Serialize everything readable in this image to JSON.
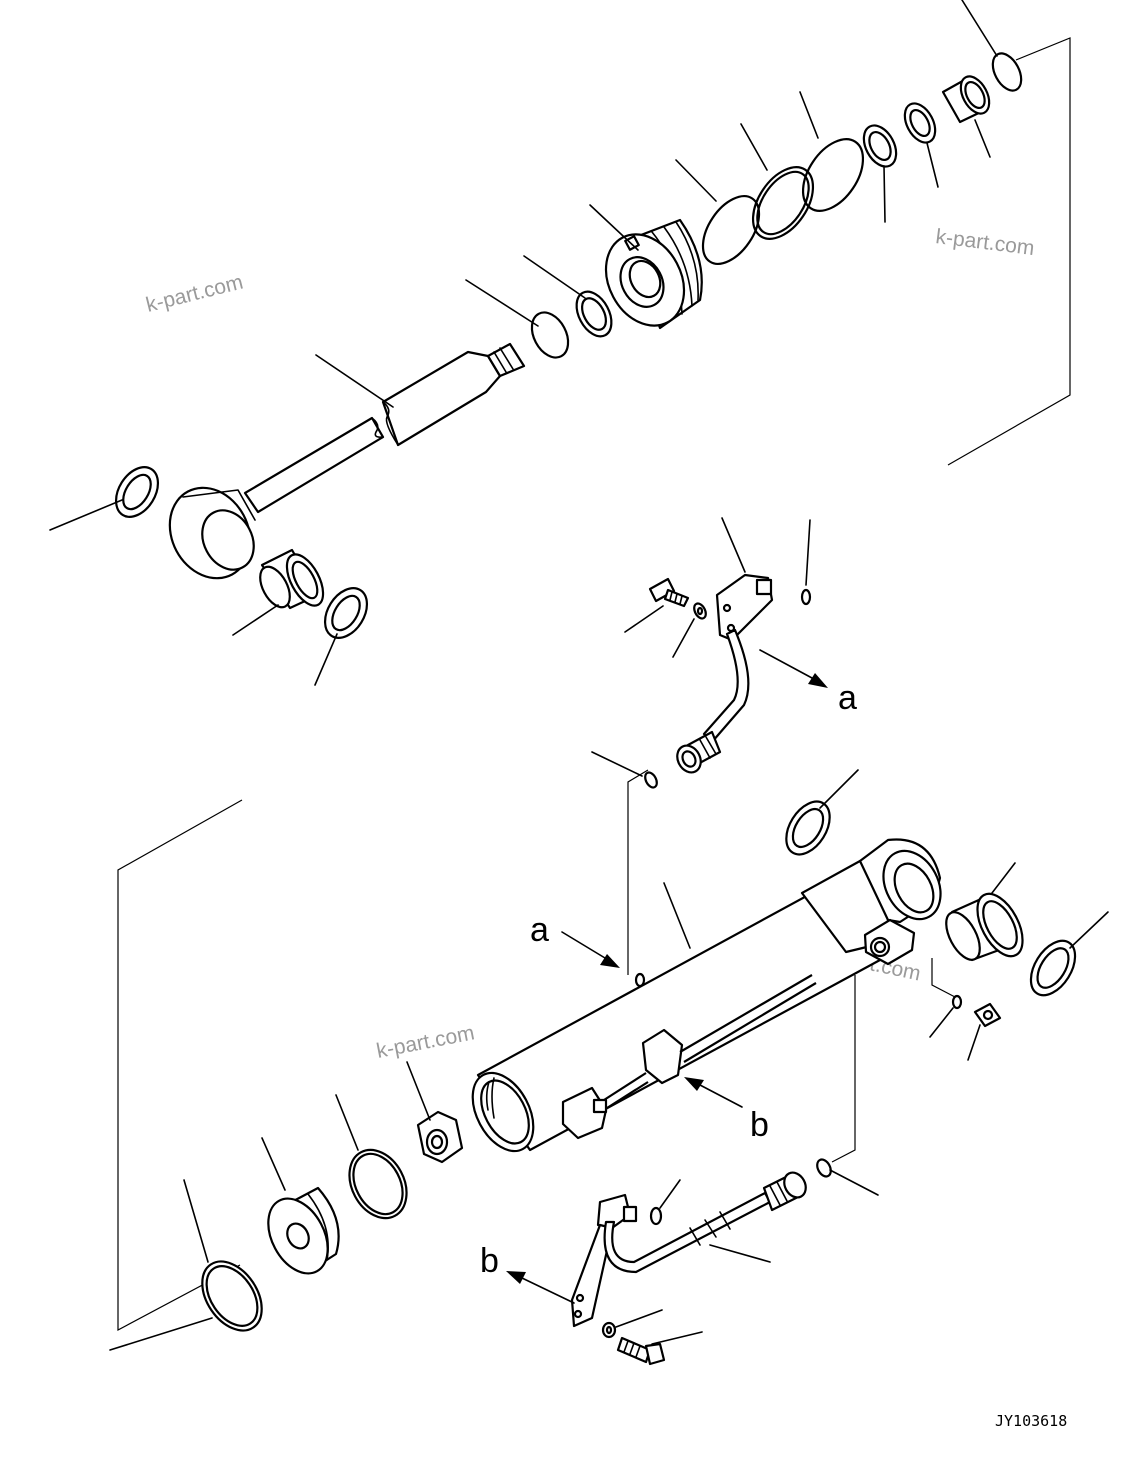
{
  "drawing_code": "JY103618",
  "watermark": "k-part.com",
  "references": {
    "a": "a",
    "b": "b"
  }
}
